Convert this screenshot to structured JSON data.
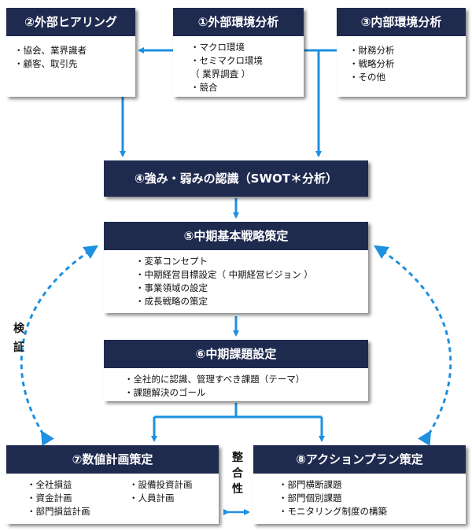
{
  "box1": {
    "title": "①外部環境分析",
    "items": [
      "・マクロ環境",
      "・セミマクロ環境",
      "（ 業界調査 ）",
      "・競合"
    ]
  },
  "box2": {
    "title": "②外部ヒアリング",
    "items": [
      "・協会、業界識者",
      "・顧客、取引先"
    ]
  },
  "box3": {
    "title": "③内部環境分析",
    "items": [
      "・財務分析",
      "・戦略分析",
      "・その他"
    ]
  },
  "box4": {
    "title": "④強み・弱みの認識（SWOT＊分析）"
  },
  "box5": {
    "title": "⑤中期基本戦略策定",
    "items": [
      "・変革コンセプト",
      "・中期経営目標設定（ 中期経営ビジョン ）",
      "・事業領域の設定",
      "・成長戦略の策定"
    ]
  },
  "box6": {
    "title": "⑥中期課題設定",
    "items": [
      "・全社的に認識、管理すべき課題（テーマ）",
      "・課題解決のゴール"
    ]
  },
  "box7": {
    "title": "⑦数値計画策定",
    "items_left": [
      "・全社損益",
      "・資金計画",
      "・部門損益計画"
    ],
    "items_right": [
      "・設備投資計画",
      "・人員計画"
    ]
  },
  "box8": {
    "title": "⑧アクションプラン策定",
    "items": [
      "・部門横断課題",
      "・部門個別課題",
      "・モニタリング制度の構築"
    ]
  },
  "label_verify": [
    "検",
    "証"
  ],
  "label_align": [
    "整",
    "合",
    "性"
  ],
  "colors": {
    "navy": "#1f2a4f",
    "arrow": "#1e90e0"
  }
}
